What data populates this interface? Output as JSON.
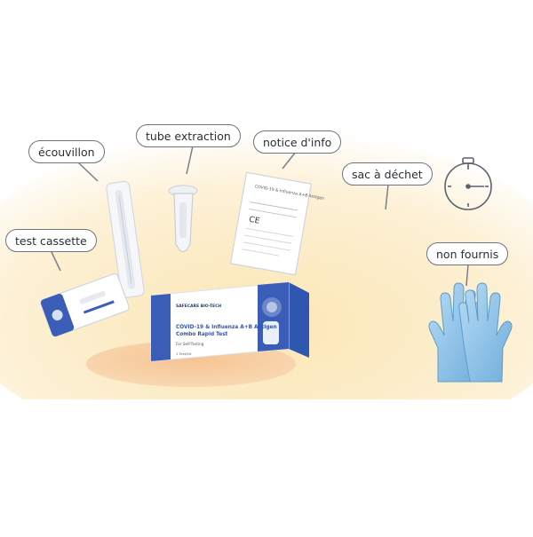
{
  "labels": {
    "ecouvillon": "écouvillon",
    "tube_extraction": "tube extraction",
    "notice_info": "notice d'info",
    "sac_dechet": "sac à déchet",
    "test_cassette": "test cassette",
    "non_fournis": "non fournis"
  },
  "product": {
    "brand": "SAFECARE BIO-TECH",
    "name_line1": "COVID-19 & Influenza A+B Antigen",
    "name_line2": "Combo Rapid Test",
    "usage": "For Self-Testing",
    "quantity": "1 Test/Kit"
  },
  "leaflet": {
    "title": "COVID-19 & Influenza A+B Antigen",
    "ce": "CE"
  },
  "colors": {
    "background_glow": "#fbe7b6",
    "pedestal": "#f6c99a",
    "brand_blue": "#3a5eb8",
    "glove": "#8fc4ea"
  }
}
